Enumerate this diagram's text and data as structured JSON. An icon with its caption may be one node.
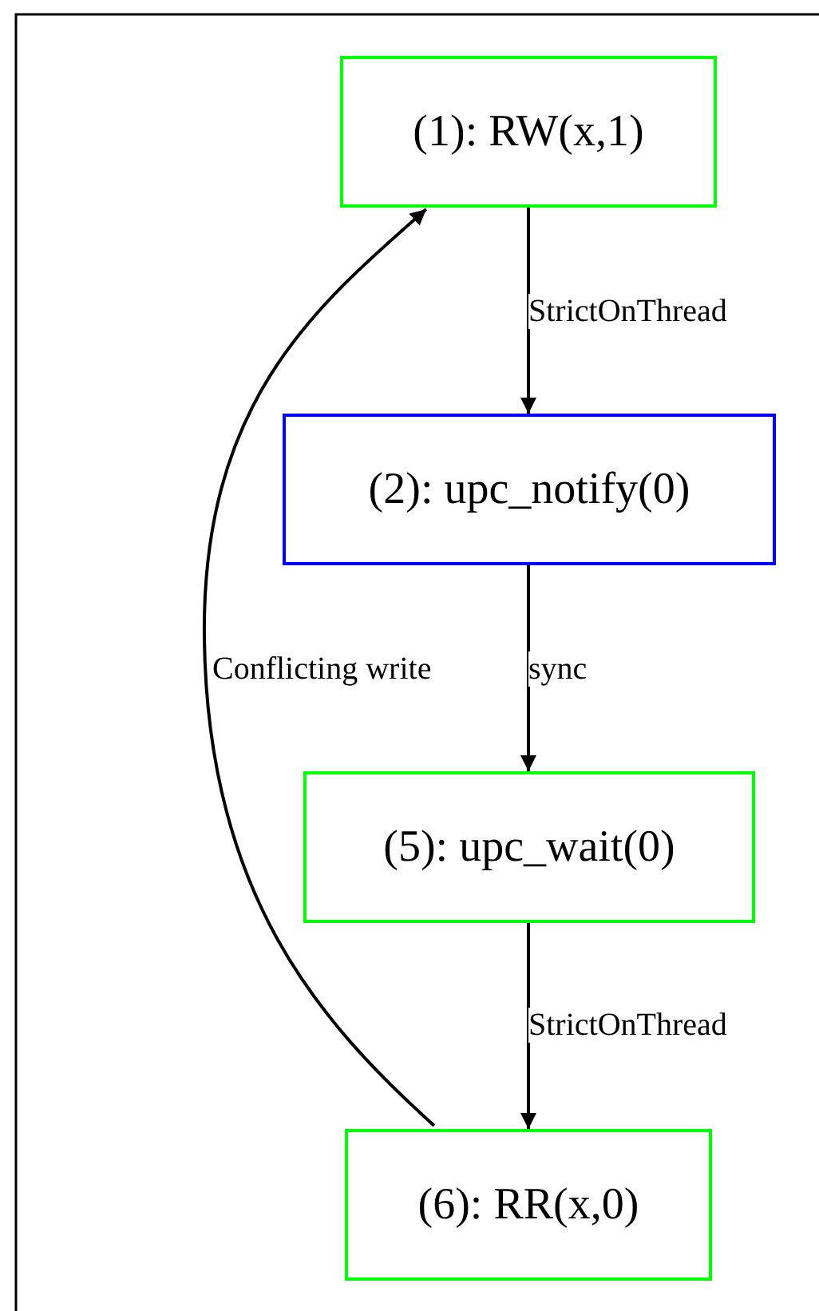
{
  "diagram": {
    "nodes": [
      {
        "text": [
          "(1): RW(x,1)"
        ]
      },
      {
        "text": [
          "(2): upc_notify(0)"
        ]
      },
      {
        "text": [
          "(5): upc_wait(0)"
        ]
      },
      {
        "text": [
          "(6): RR(x,0)"
        ]
      }
    ],
    "edges": [
      {
        "from": 0,
        "to": 1,
        "arrow": "to",
        "label": "StrictOnThread"
      },
      {
        "from": 1,
        "to": 2,
        "arrow": "to",
        "label": "sync"
      },
      {
        "from": 2,
        "to": 3,
        "arrow": "to",
        "label": "StrictOnThread"
      },
      {
        "from": 3,
        "to": 0,
        "arrow": "to",
        "label": "Conflicting write"
      }
    ]
  }
}
